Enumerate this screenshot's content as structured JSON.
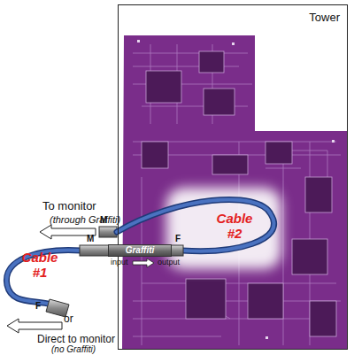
{
  "diagram": {
    "nodes": [
      {
        "text": [
          "Tower"
        ]
      },
      {
        "text": [
          "Graffiti"
        ]
      }
    ],
    "labels": [
      "To monitor",
      "(through Graffiti)",
      "M",
      "M",
      "Cable #2",
      "F",
      "input",
      "output",
      "Cable #1",
      "F",
      "or",
      "Direct to monitor",
      "(no Graffiti)"
    ]
  }
}
